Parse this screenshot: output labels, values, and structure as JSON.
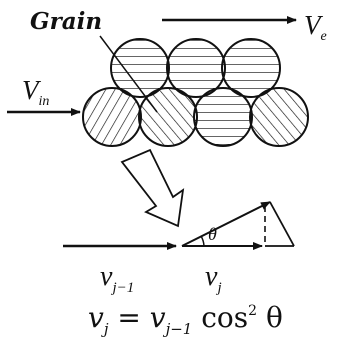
{
  "labels": {
    "grain": "Grain",
    "v_out": "V",
    "v_out_sub": "e",
    "v_in": "V",
    "v_in_sub": "in",
    "theta": "θ",
    "v_prev": "v",
    "v_prev_sub": "j−1",
    "v_j": "v",
    "v_j_sub": "j",
    "eq_lhs": "v",
    "eq_lhs_sub": "j",
    "eq_eq": " = ",
    "eq_rhs_v": "v",
    "eq_rhs_sub": "j−1",
    "eq_cos": " cos",
    "eq_sup": "2",
    "eq_theta": " θ"
  },
  "icons": {
    "grains": "hatched-circle-grains",
    "flow_in": "arrow-right-icon",
    "flow_out": "arrow-right-icon",
    "zoom": "hollow-arrow-down-icon"
  }
}
